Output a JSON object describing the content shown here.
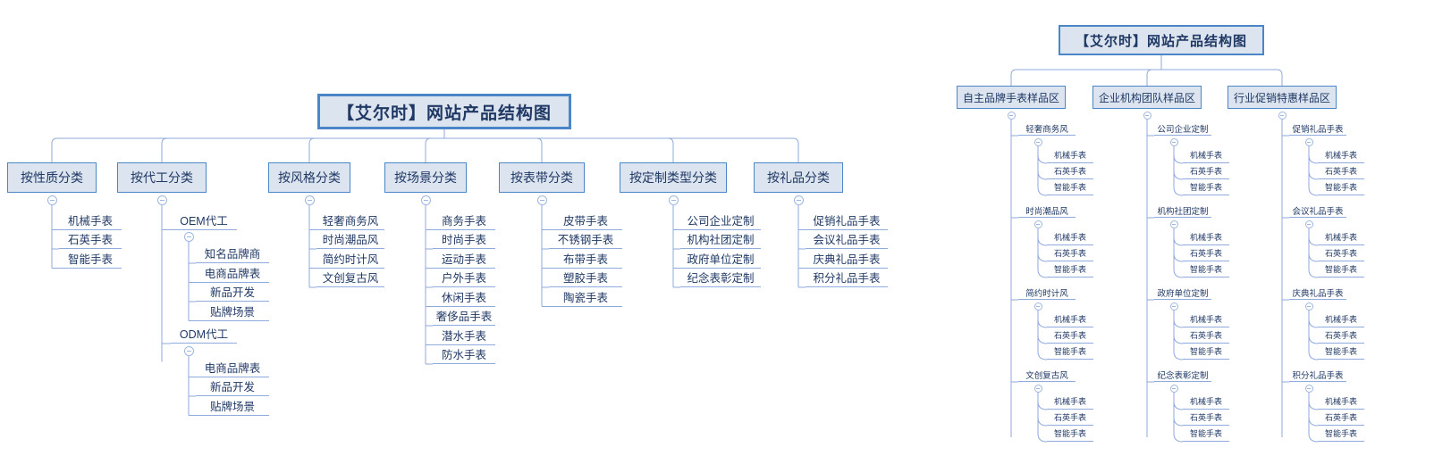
{
  "meta": {
    "doc_type": "mind-map",
    "colors": {
      "box_fill": "#dce4ef",
      "box_border": "#4a86c8",
      "text": "#1f3864",
      "connector": "#8faadc",
      "background": "#ffffff"
    },
    "toggle_icon": "minus-circle-collapse-icon"
  },
  "left_diagram": {
    "root": {
      "label": "【艾尔时】网站产品结构图"
    },
    "branches": [
      {
        "label": "按性质分类",
        "children": [
          {
            "label": "机械手表"
          },
          {
            "label": "石英手表"
          },
          {
            "label": "智能手表"
          }
        ]
      },
      {
        "label": "按代工分类",
        "children": [
          {
            "label": "OEM代工",
            "children": [
              {
                "label": "知名品牌商"
              },
              {
                "label": "电商品牌表"
              },
              {
                "label": "新品开发"
              },
              {
                "label": "贴牌场景"
              }
            ]
          },
          {
            "label": "ODM代工",
            "children": [
              {
                "label": "电商品牌表"
              },
              {
                "label": "新品开发"
              },
              {
                "label": "贴牌场景"
              }
            ]
          }
        ]
      },
      {
        "label": "按风格分类",
        "children": [
          {
            "label": "轻奢商务风"
          },
          {
            "label": "时尚潮品风"
          },
          {
            "label": "简约时计风"
          },
          {
            "label": "文创复古风"
          }
        ]
      },
      {
        "label": "按场景分类",
        "children": [
          {
            "label": "商务手表"
          },
          {
            "label": "时尚手表"
          },
          {
            "label": "运动手表"
          },
          {
            "label": "户外手表"
          },
          {
            "label": "休闲手表"
          },
          {
            "label": "奢侈品手表"
          },
          {
            "label": "潜水手表"
          },
          {
            "label": "防水手表"
          }
        ]
      },
      {
        "label": "按表带分类",
        "children": [
          {
            "label": "皮带手表"
          },
          {
            "label": "不锈钢手表"
          },
          {
            "label": "布带手表"
          },
          {
            "label": "塑胶手表"
          },
          {
            "label": "陶瓷手表"
          }
        ]
      },
      {
        "label": "按定制类型分类",
        "children": [
          {
            "label": "公司企业定制"
          },
          {
            "label": "机构社团定制"
          },
          {
            "label": "政府单位定制"
          },
          {
            "label": "纪念表彰定制"
          }
        ]
      },
      {
        "label": "按礼品分类",
        "children": [
          {
            "label": "促销礼品手表"
          },
          {
            "label": "会议礼品手表"
          },
          {
            "label": "庆典礼品手表"
          },
          {
            "label": "积分礼品手表"
          }
        ]
      }
    ]
  },
  "right_diagram": {
    "root": {
      "label": "【艾尔时】网站产品结构图"
    },
    "movement_types": [
      "机械手表",
      "石英手表",
      "智能手表"
    ],
    "branches": [
      {
        "label": "自主品牌手表样品区",
        "children": [
          {
            "label": "轻奢商务风",
            "children": [
              "机械手表",
              "石英手表",
              "智能手表"
            ]
          },
          {
            "label": "时尚潮品风",
            "children": [
              "机械手表",
              "石英手表",
              "智能手表"
            ]
          },
          {
            "label": "简约时计风",
            "children": [
              "机械手表",
              "石英手表",
              "智能手表"
            ]
          },
          {
            "label": "文创复古风",
            "children": [
              "机械手表",
              "石英手表",
              "智能手表"
            ]
          }
        ]
      },
      {
        "label": "企业机构团队样品区",
        "children": [
          {
            "label": "公司企业定制",
            "children": [
              "机械手表",
              "石英手表",
              "智能手表"
            ]
          },
          {
            "label": "机构社团定制",
            "children": [
              "机械手表",
              "石英手表",
              "智能手表"
            ]
          },
          {
            "label": "政府单位定制",
            "children": [
              "机械手表",
              "石英手表",
              "智能手表"
            ]
          },
          {
            "label": "纪念表彰定制",
            "children": [
              "机械手表",
              "石英手表",
              "智能手表"
            ]
          }
        ]
      },
      {
        "label": "行业促销特惠样品区",
        "children": [
          {
            "label": "促销礼品手表",
            "children": [
              "机械手表",
              "石英手表",
              "智能手表"
            ]
          },
          {
            "label": "会议礼品手表",
            "children": [
              "机械手表",
              "石英手表",
              "智能手表"
            ]
          },
          {
            "label": "庆典礼品手表",
            "children": [
              "机械手表",
              "石英手表",
              "智能手表"
            ]
          },
          {
            "label": "积分礼品手表",
            "children": [
              "机械手表",
              "石英手表",
              "智能手表"
            ]
          }
        ]
      }
    ]
  }
}
